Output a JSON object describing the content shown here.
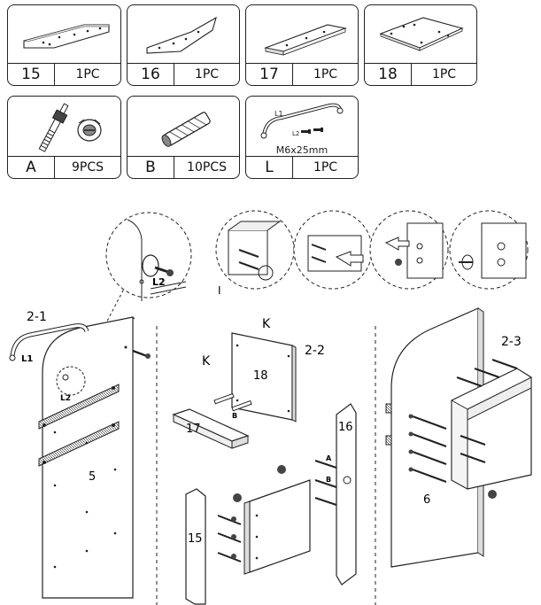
{
  "parts": [
    {
      "id": "15",
      "qty": "1PC",
      "icon": "panel-15-icon"
    },
    {
      "id": "16",
      "qty": "1PC",
      "icon": "panel-16-icon"
    },
    {
      "id": "17",
      "qty": "1PC",
      "icon": "panel-17-icon"
    },
    {
      "id": "18",
      "qty": "1PC",
      "icon": "panel-18-icon"
    },
    {
      "id": "A",
      "qty": "9PCS",
      "icon": "cam-bolt-icon"
    },
    {
      "id": "B",
      "qty": "10PCS",
      "icon": "wood-dowel-icon"
    },
    {
      "id": "L",
      "qty": "1PC",
      "icon": "drawer-handle-icon",
      "spec": "M6x25mm",
      "label1": "L1",
      "label2": "L2"
    }
  ],
  "steps": {
    "s1": {
      "title": "2-1",
      "panel": "5",
      "handle": "L1",
      "screw": "L2",
      "detail_screw": "L2"
    },
    "s2": {
      "title": "2-2",
      "k_top": "K",
      "k_side": "K",
      "panel_top": "18",
      "panel_bar": "17",
      "panel_right": "16",
      "panel_left": "15",
      "label_a": "A",
      "label_b": "B",
      "label_b2": "B",
      "label_i": "I"
    },
    "s3": {
      "title": "2-3",
      "panel": "6"
    }
  }
}
